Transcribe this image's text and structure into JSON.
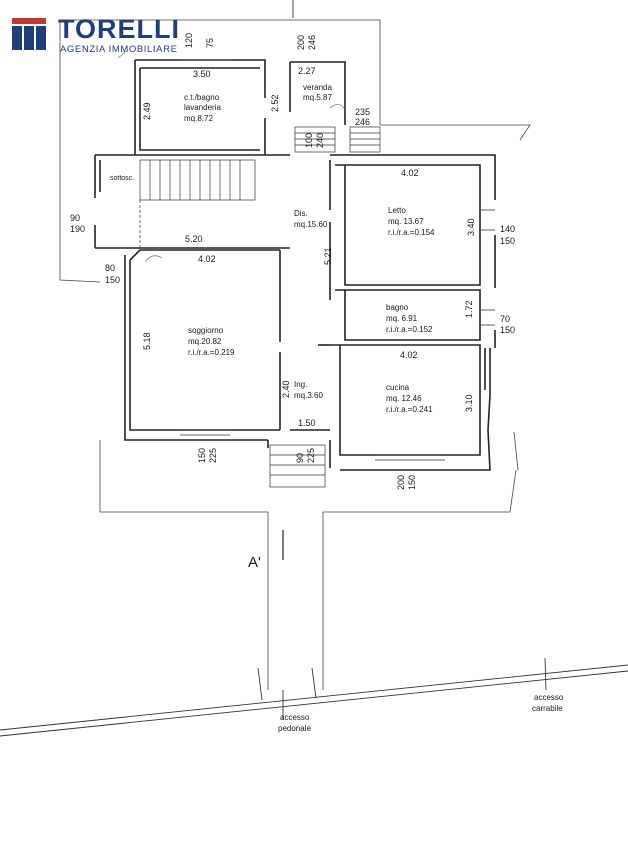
{
  "brand": {
    "name": "TORELLI",
    "tagline": "AGENZIA IMMOBILIARE"
  },
  "rooms": {
    "ct_bagno": {
      "name1": "c.t./bagno",
      "name2": "lavanderia",
      "area": "mq.8.72"
    },
    "veranda": {
      "name": "veranda",
      "area": "mq.5.87"
    },
    "sottosc": {
      "name": "sottosc."
    },
    "dis": {
      "name": "Dis.",
      "area": "mq.15.60"
    },
    "letto": {
      "name": "Letto",
      "area": "mq. 13.67",
      "ratio": "r.i./r.a.=0.154"
    },
    "bagno": {
      "name": "bagno",
      "area": "mq. 6.91",
      "ratio": "r.i./r.a.=0.152"
    },
    "soggiorno": {
      "name": "soggiorno",
      "area": "mq.20.82",
      "ratio": "r.i./r.a.=0.219"
    },
    "ing": {
      "name": "Ing.",
      "area": "mq.3.60"
    },
    "cucina": {
      "name": "cucina",
      "area": "mq. 12.46",
      "ratio": "r.i./r.a.=0.241"
    }
  },
  "dimensions": {
    "d_120": "120",
    "d_75": "75",
    "d_200_top": "200",
    "d_246_top": "246",
    "d_350": "3.50",
    "d_227": "2.27",
    "d_249": "2.49",
    "d_252": "2.52",
    "d_235": "235",
    "d_246_r": "246",
    "d_100": "100",
    "d_240": "240",
    "d_402_letto": "4.02",
    "d_340": "3.40",
    "d_140": "140",
    "d_150_r1": "150",
    "d_90": "90",
    "d_190": "190",
    "d_520": "5.20",
    "d_402_sogg": "4.02",
    "d_521": "5.21",
    "d_80": "80",
    "d_150_l": "150",
    "d_518": "5.18",
    "d_172": "1.72",
    "d_70": "70",
    "d_150_r2": "150",
    "d_402_cuc": "4.02",
    "d_310": "3.10",
    "d_240_ing": "2.40",
    "d_150_ing": "1.50",
    "d_150_b": "150",
    "d_225_b": "225",
    "d_90_b": "90",
    "d_225_b2": "225",
    "d_200_b": "200",
    "d_150_b2": "150"
  },
  "labels": {
    "section_marker": "A'",
    "accesso_pedonale_1": "accesso",
    "accesso_pedonale_2": "pedonale",
    "accesso_carrabile_1": "accesso",
    "accesso_carrabile_2": "carrabile"
  }
}
